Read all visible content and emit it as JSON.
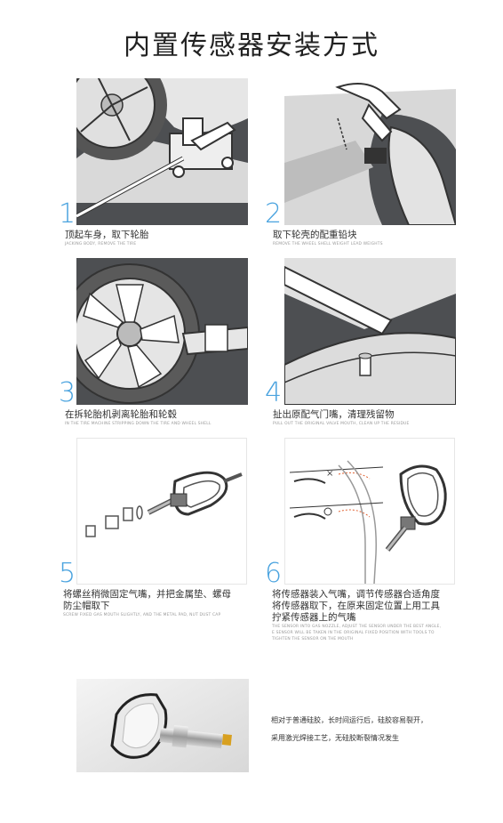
{
  "title": "内置传感器安装方式",
  "steps": [
    {
      "num": "1",
      "cn": "顶起车身，取下轮胎",
      "en": "JACKING BODY, REMOVE THE TIRE"
    },
    {
      "num": "2",
      "cn": "取下轮壳的配重铅块",
      "en": "REMOVE THE WHEEL SHELL WEIGHT LEAD WEIGHTS"
    },
    {
      "num": "3",
      "cn": "在拆轮胎机剥离轮胎和轮毂",
      "en": "IN THE TIRE MACHINE STRIPPING DOWN THE TIRE AND WHEEL SHELL"
    },
    {
      "num": "4",
      "cn": "扯出原配气门嘴，清理残留物",
      "en": "PULL OUT THE ORIGINAL VALVE MOUTH, CLEAN UP THE RESIDUE"
    },
    {
      "num": "5",
      "cn_lines": [
        "将螺丝稍微固定气嘴，并把金属垫、螺母",
        "防尘帽取下"
      ],
      "en": "SCREW FIXED GAS MOUTH SLIGHTLY, AND THE METAL PAD, NUT DUST CAP"
    },
    {
      "num": "6",
      "cn_lines": [
        "将传感器装入气嘴，调节传感器合适角度",
        "将传感器取下，在原来固定位置上用工具",
        "拧紧传感器上的气嘴"
      ],
      "en_lines": [
        "THE SENSOR INTO GAS NOZZLE, ADJUST THE SENSOR UNDER THE BEST ANGLE,",
        "E SENSOR WILL BE TAKEN IN THE ORIGINAL FIXED POSITION WITH TOOLS TO",
        "TIGHTEN THE SENSOR ON THE MOUTH"
      ]
    }
  ],
  "product": {
    "desc_lines": [
      "相对于普通硅胶，长时间运行后，硅胶容易裂开，",
      "采用激光焊接工艺，无硅胶断裂情况发生"
    ]
  }
}
